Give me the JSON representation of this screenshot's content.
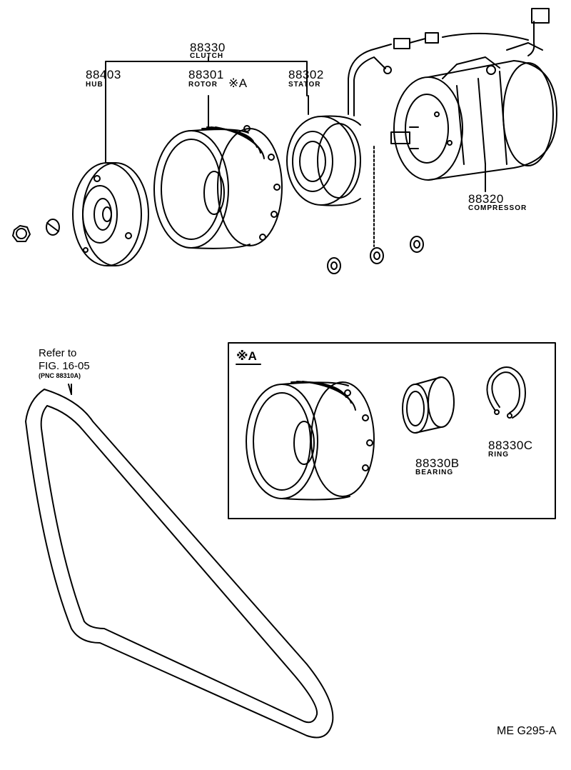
{
  "parts": {
    "clutch": {
      "number": "88330",
      "name": "CLUTCH"
    },
    "hub": {
      "number": "88403",
      "name": "HUB"
    },
    "rotor": {
      "number": "88301",
      "name": "ROTOR",
      "mark": "※A"
    },
    "stator": {
      "number": "88302",
      "name": "STATOR"
    },
    "compressor": {
      "number": "88320",
      "name": "COMPRESSOR"
    },
    "bearing": {
      "number": "88330B",
      "name": "BEARING"
    },
    "ring": {
      "number": "88330C",
      "name": "RING"
    }
  },
  "reference": {
    "line1": "Refer to",
    "line2": "FIG. 16-05",
    "line3": "(PNC 88310A)"
  },
  "inset": {
    "title": "※A"
  },
  "diagram_code": "ME G295-A"
}
